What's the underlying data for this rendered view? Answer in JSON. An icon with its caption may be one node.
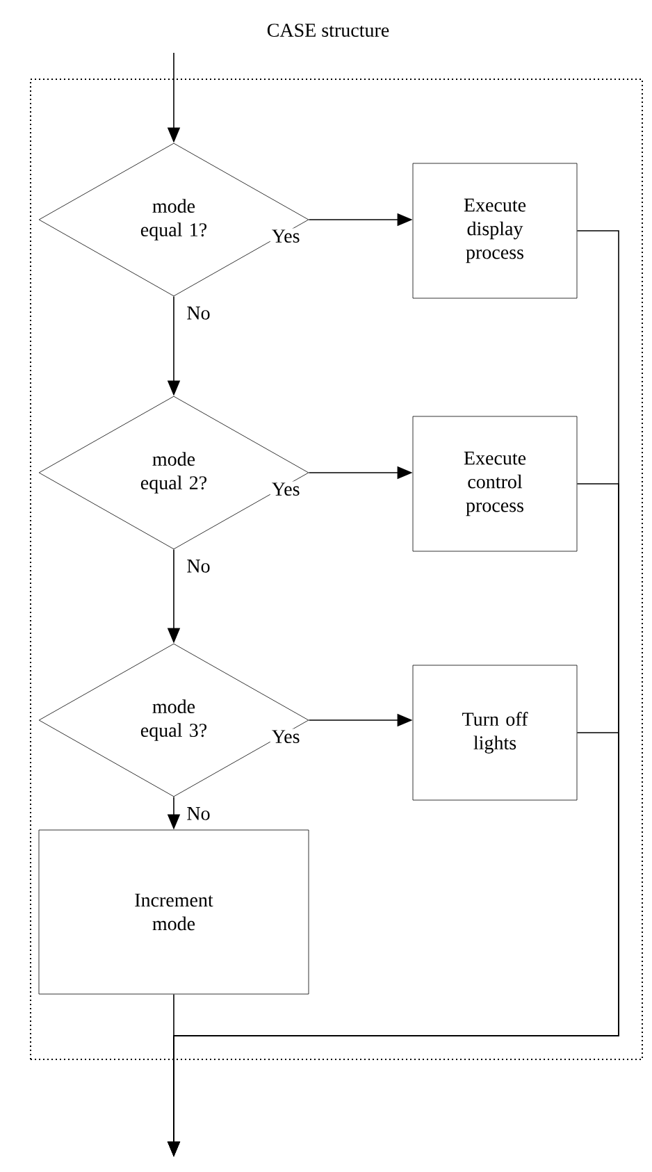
{
  "diagram": {
    "nodes": [
      {
        "text": [
          "CASE structure"
        ]
      },
      {
        "text": [
          "mode equal 1?"
        ],
        "in": 0
      },
      {
        "text": [
          "Execute display process"
        ],
        "in": 0
      },
      {
        "text": [
          "mode equal 2?"
        ],
        "in": 0
      },
      {
        "text": [
          "Execute control process"
        ],
        "in": 0
      },
      {
        "text": [
          "mode equal 3?"
        ],
        "in": 0
      },
      {
        "text": [
          "Turn off lights"
        ],
        "in": 0
      },
      {
        "text": [
          "Increment mode"
        ],
        "in": 0
      }
    ],
    "edges": [
      {
        "from": null,
        "to": 1,
        "arrow": "to"
      },
      {
        "from": 1,
        "to": 2,
        "arrow": "to",
        "label": "Yes"
      },
      {
        "from": 1,
        "to": 3,
        "arrow": "to",
        "label": "No"
      },
      {
        "from": 3,
        "to": 4,
        "arrow": "to",
        "label": "Yes"
      },
      {
        "from": 3,
        "to": 5,
        "arrow": "to",
        "label": "No"
      },
      {
        "from": 5,
        "to": 6,
        "arrow": "to",
        "label": "Yes"
      },
      {
        "from": 5,
        "to": 7,
        "arrow": "to",
        "label": "No"
      },
      {
        "from": 2,
        "to": null,
        "arrow": "to"
      },
      {
        "from": 4,
        "to": null,
        "arrow": "to"
      },
      {
        "from": 6,
        "to": null,
        "arrow": "to"
      },
      {
        "from": 7,
        "to": null,
        "arrow": "to"
      }
    ]
  }
}
